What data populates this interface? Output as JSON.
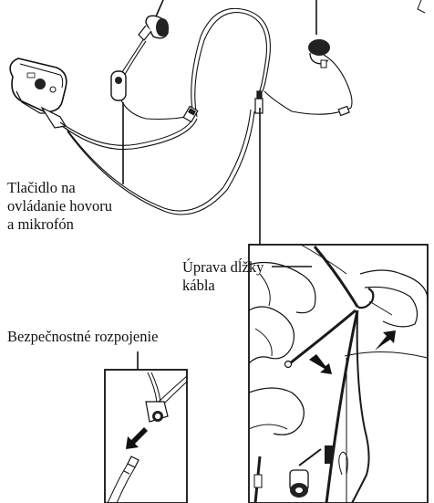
{
  "labels": {
    "call_button_mic": "Tlačidlo na\novládanie hovoru\na mikrofón",
    "cable_length": "Úprava dĺžky\nkábla",
    "safety_release": "Bezpečnostné rozpojenie"
  },
  "colors": {
    "line": "#111111",
    "skin": "#ffffff",
    "cable_dark": "#1a1a1a"
  }
}
